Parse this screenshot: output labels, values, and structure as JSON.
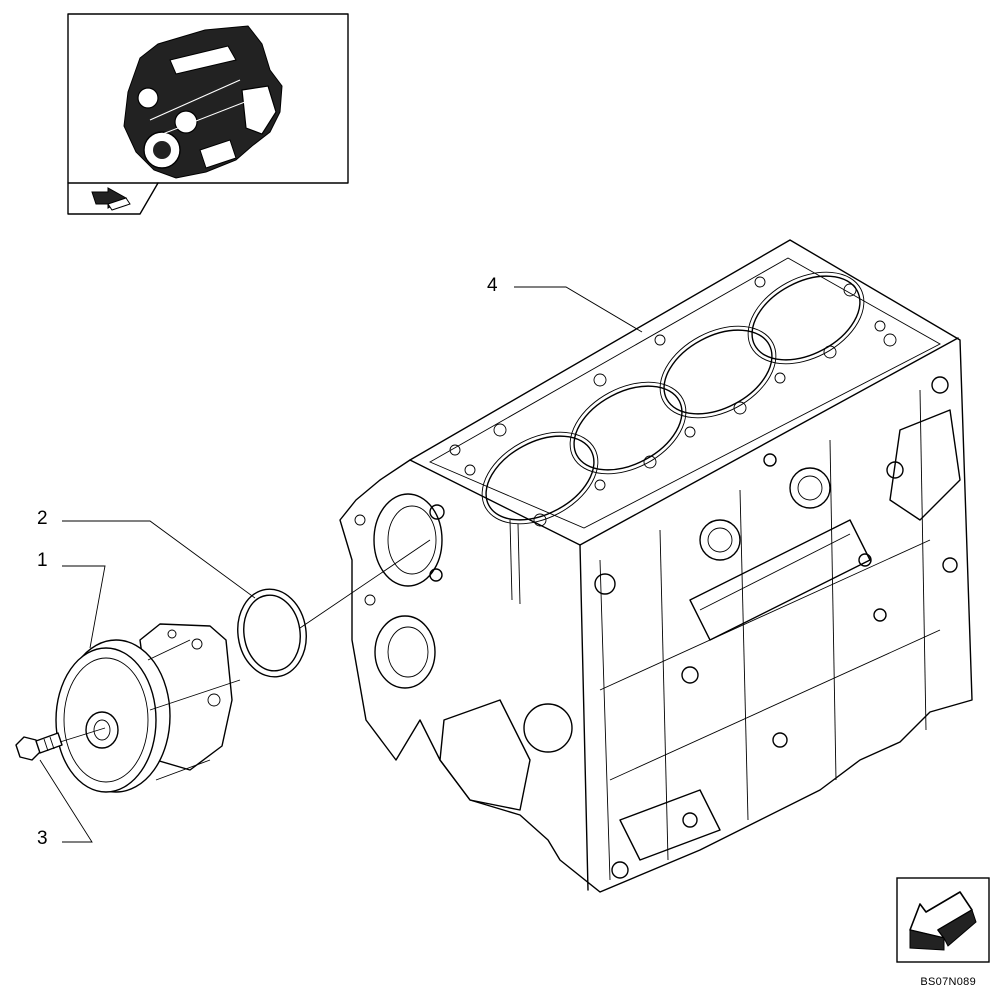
{
  "callouts": {
    "part_1": "1",
    "part_2": "2",
    "part_3": "3",
    "part_4": "4"
  },
  "document_code": "BS07N089",
  "icons": {
    "thumbnail": "engine-thumbnail-icon",
    "thumbnail_arrow": "view-direction-arrow-icon",
    "navigation": "previous-page-arrow-icon"
  },
  "colors": {
    "line": "#000000",
    "background": "#ffffff"
  }
}
